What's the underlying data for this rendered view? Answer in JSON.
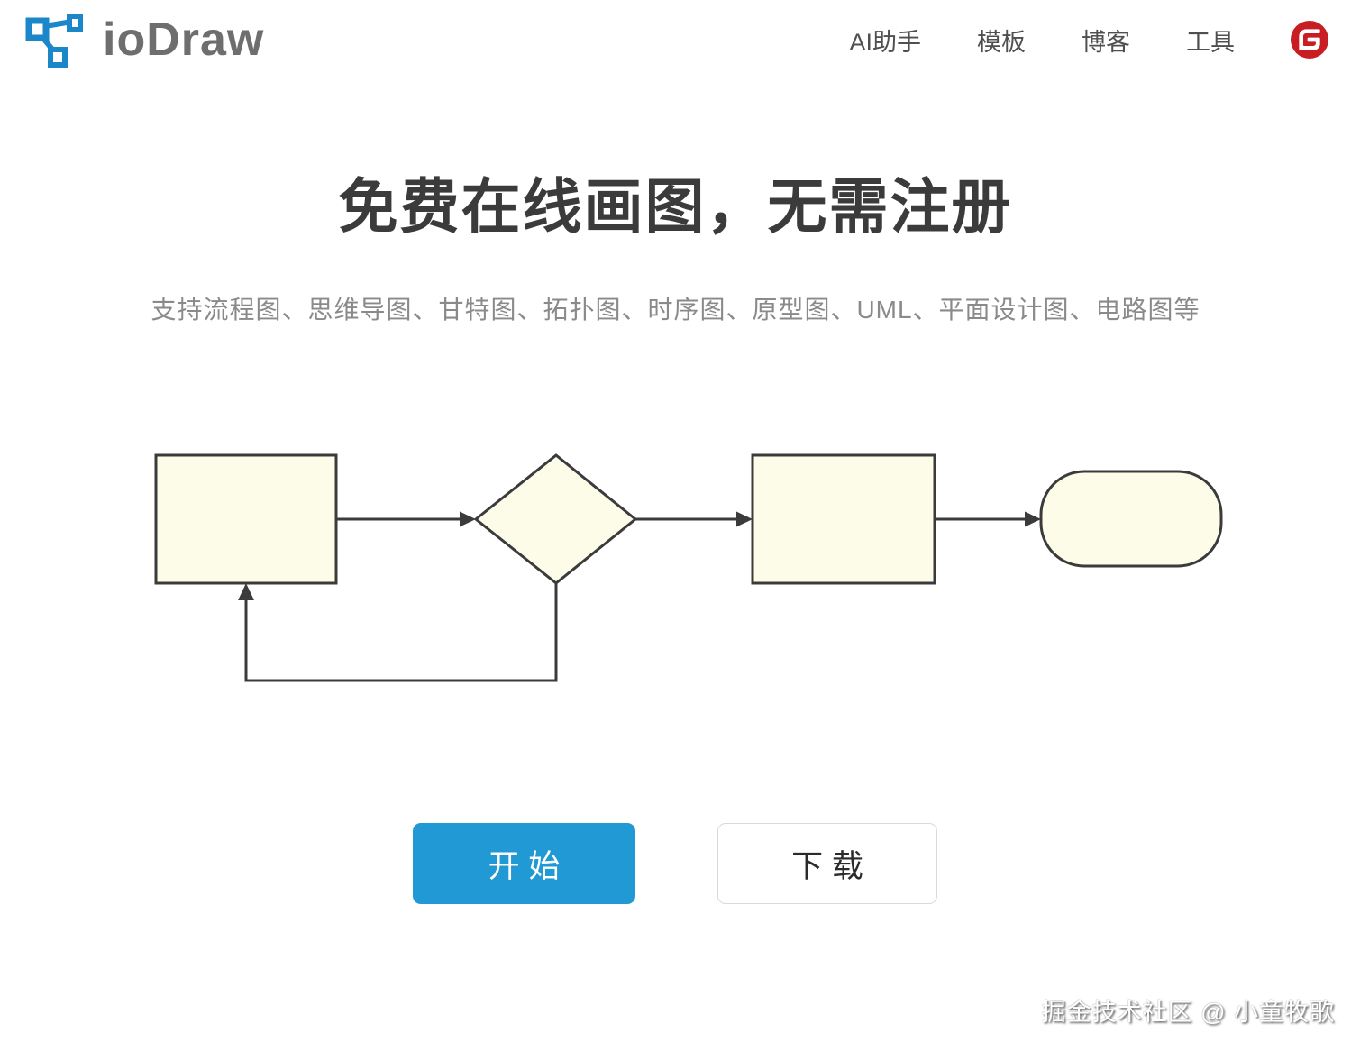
{
  "header": {
    "logo": {
      "text": "ioDraw",
      "icon_color": "#1B87C8",
      "text_color": "#6E6E6E"
    },
    "nav": [
      {
        "label": "AI助手"
      },
      {
        "label": "模板"
      },
      {
        "label": "博客"
      },
      {
        "label": "工具"
      }
    ],
    "gitee_icon": {
      "name": "gitee-icon",
      "color": "#C71D23"
    }
  },
  "hero": {
    "title": "免费在线画图，无需注册",
    "subtitle": "支持流程图、思维导图、甘特图、拓扑图、时序图、原型图、UML、平面设计图、电路图等"
  },
  "buttons": {
    "start": {
      "label": "开 始",
      "background": "#2099D4",
      "text_color": "#FFFFFF"
    },
    "download": {
      "label": "下 载",
      "background": "#FFFFFF",
      "border_color": "#D9D9D9",
      "text_color": "#2B2B2B"
    }
  },
  "diagram": {
    "type": "flowchart-illustration",
    "shapes": [
      "rectangle",
      "diamond",
      "rectangle",
      "terminator"
    ],
    "flow": "rectangle → diamond → rectangle → terminator, with loop from diamond bottom back to first rectangle",
    "fill": "#FCFCE9",
    "stroke": "#3B3B3B"
  },
  "watermark": {
    "text": "掘金技术社区 @ 小童牧歌"
  }
}
